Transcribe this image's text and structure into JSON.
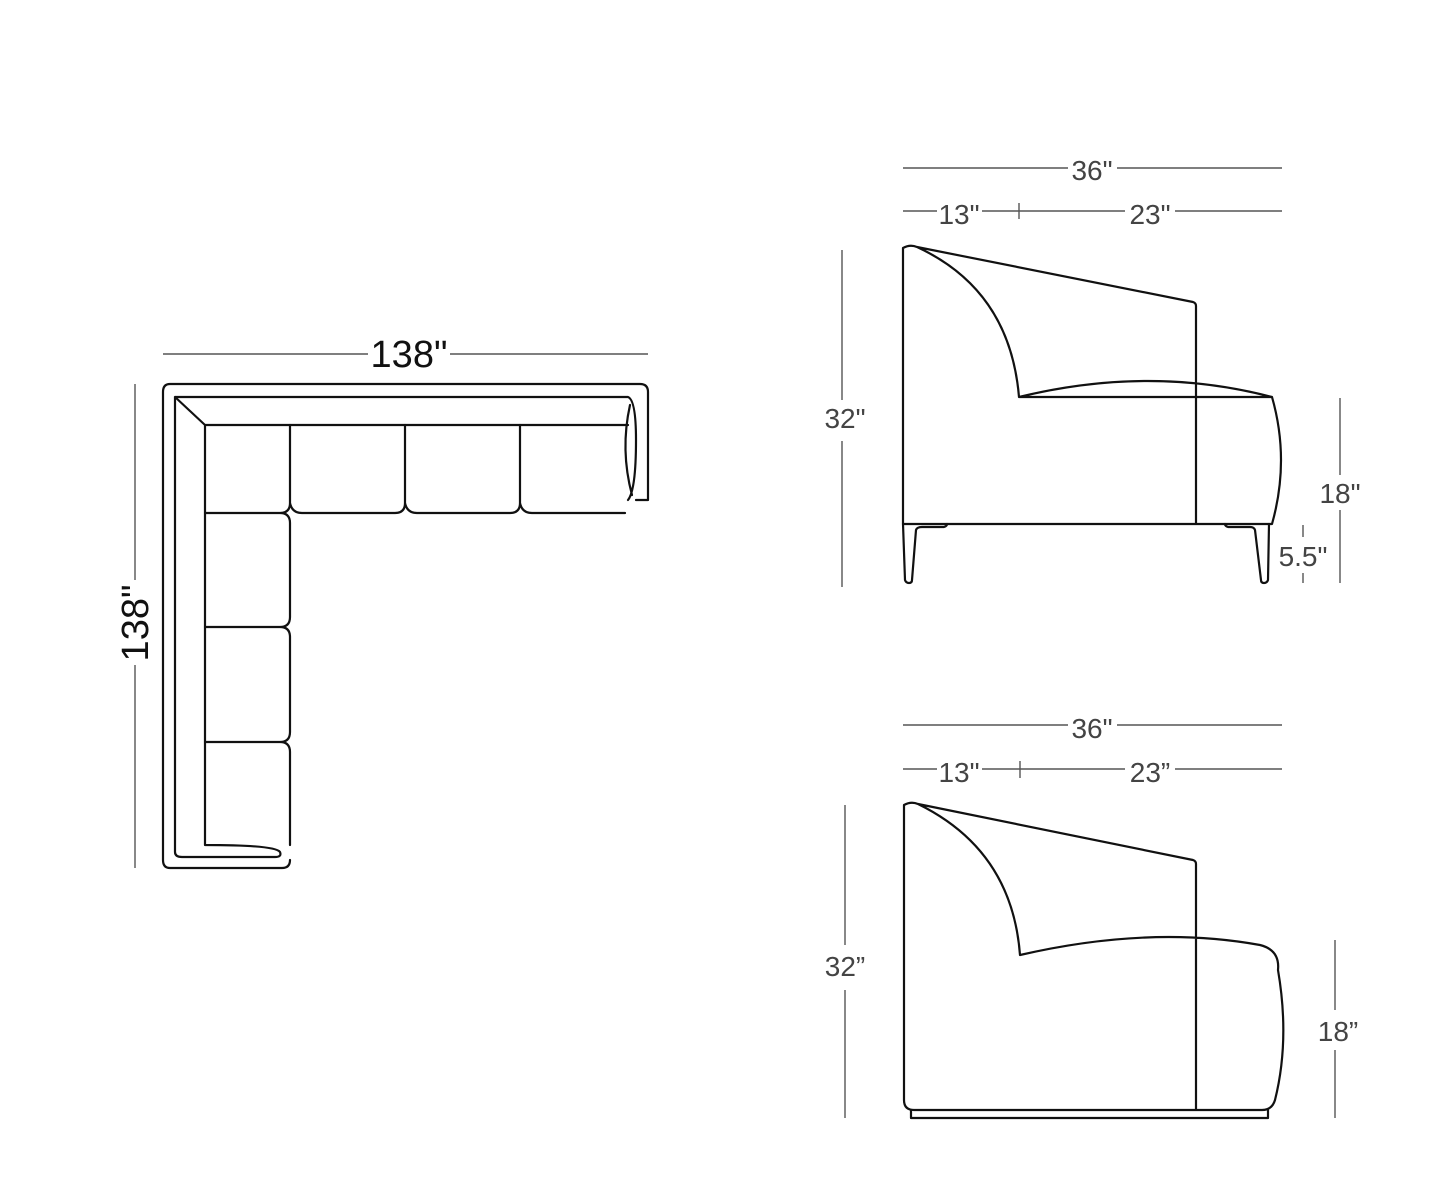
{
  "plan_view": {
    "width_label": "138\"",
    "depth_label": "138\""
  },
  "side_view_legs": {
    "overall_width": "36\"",
    "arm_depth": "13\"",
    "seat_depth": "23\"",
    "overall_height": "32\"",
    "seat_height": "18\"",
    "leg_height": "5.5\""
  },
  "side_view_plinth": {
    "overall_width": "36\"",
    "arm_depth": "13\"",
    "seat_depth": "23”",
    "overall_height": "32”",
    "seat_height": "18”"
  },
  "colors": {
    "line": "#111111",
    "dimension": "#555555"
  }
}
